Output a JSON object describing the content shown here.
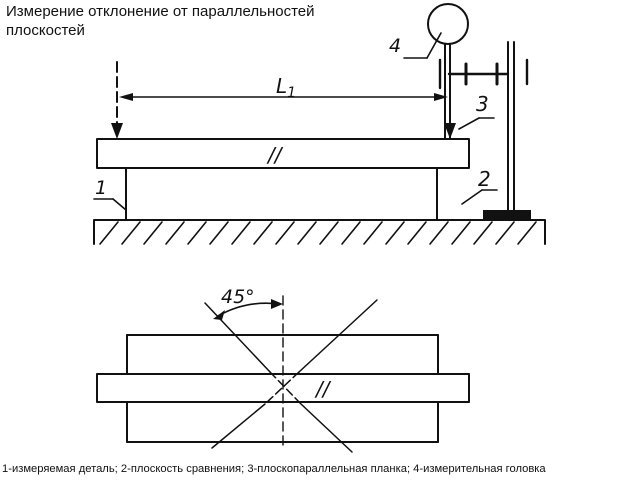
{
  "title": "Измерение отклонение от параллельностей плоскостей",
  "caption": "1-измеряемая деталь; 2-плоскость сравнения; 3-плоскопараллельная планка; 4-измерительная головка",
  "labels": {
    "part_1": "1",
    "plane_2": "2",
    "bar_3": "3",
    "head_4": "4",
    "length": "L",
    "length_sub": "1",
    "parallel_mark": "//",
    "angle": "45°"
  },
  "colors": {
    "ink": "#111111",
    "background": "#ffffff"
  }
}
